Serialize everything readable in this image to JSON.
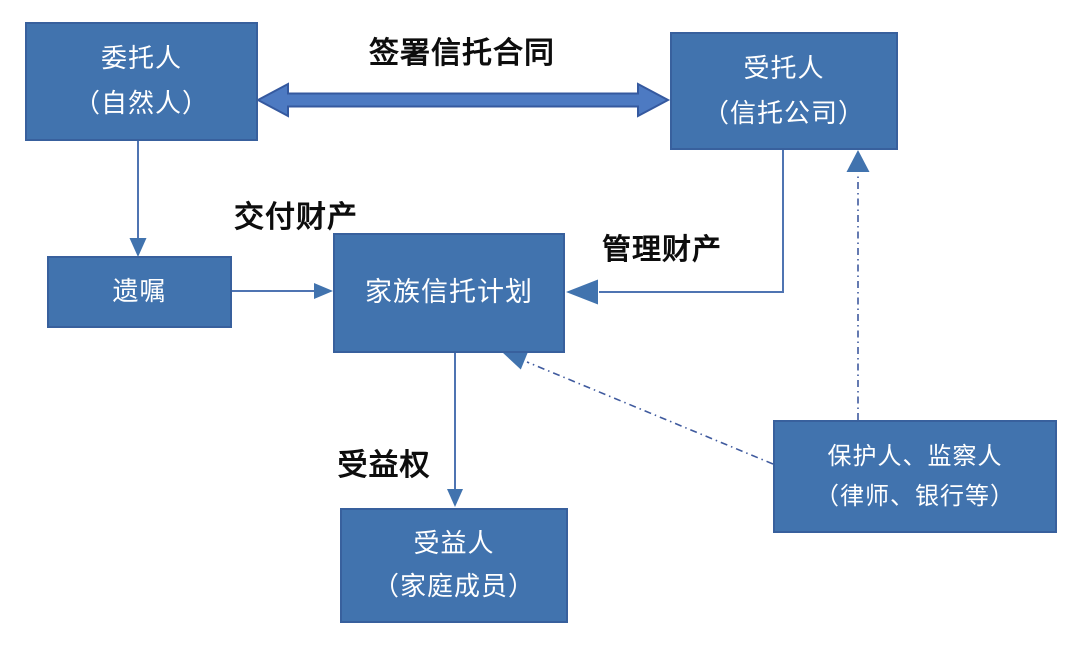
{
  "nodes": {
    "settlor": {
      "line1": "委托人",
      "line2": "（自然人）"
    },
    "trustee": {
      "line1": "受托人",
      "line2": "（信托公司）"
    },
    "will": {
      "line1": "遗嘱"
    },
    "trust_plan": {
      "line1": "家族信托计划"
    },
    "beneficiary": {
      "line1": "受益人",
      "line2": "（家庭成员）"
    },
    "protector": {
      "line1": "保护人、监察人",
      "line2": "（律师、银行等）"
    }
  },
  "edge_labels": {
    "sign_contract": "签署信托合同",
    "deliver_property": "交付财产",
    "manage_property": "管理财产",
    "benefit_right": "受益权"
  },
  "edges": [
    {
      "from": "委托人（自然人）",
      "to": "受托人（信托公司）",
      "label": "签署信托合同",
      "style": "double-arrow"
    },
    {
      "from": "委托人（自然人）",
      "to": "遗嘱",
      "label": "",
      "style": "solid-arrow"
    },
    {
      "from": "遗嘱",
      "to": "家族信托计划",
      "label": "交付财产",
      "style": "solid-arrow"
    },
    {
      "from": "受托人（信托公司）",
      "to": "家族信托计划",
      "label": "管理财产",
      "style": "solid-arrow-elbow"
    },
    {
      "from": "家族信托计划",
      "to": "受益人（家庭成员）",
      "label": "受益权",
      "style": "solid-arrow"
    },
    {
      "from": "保护人、监察人（律师、银行等）",
      "to": "受托人（信托公司）",
      "label": "",
      "style": "dash-dot-arrow"
    },
    {
      "from": "保护人、监察人（律师、银行等）",
      "to": "家族信托计划",
      "label": "",
      "style": "dash-dot-arrow"
    }
  ],
  "colors": {
    "box_fill": "#4173ae",
    "box_border": "#38609d",
    "box_text": "#ffffff",
    "connector_line": "#4f74b2",
    "arrowhead_fill": "#4173ae",
    "dash_dot_line": "#3f5a9e",
    "double_arrow_fill": "#4d7ac2",
    "double_arrow_border": "#35599f",
    "label_text": "#0d0d0d",
    "background": "#ffffff"
  }
}
